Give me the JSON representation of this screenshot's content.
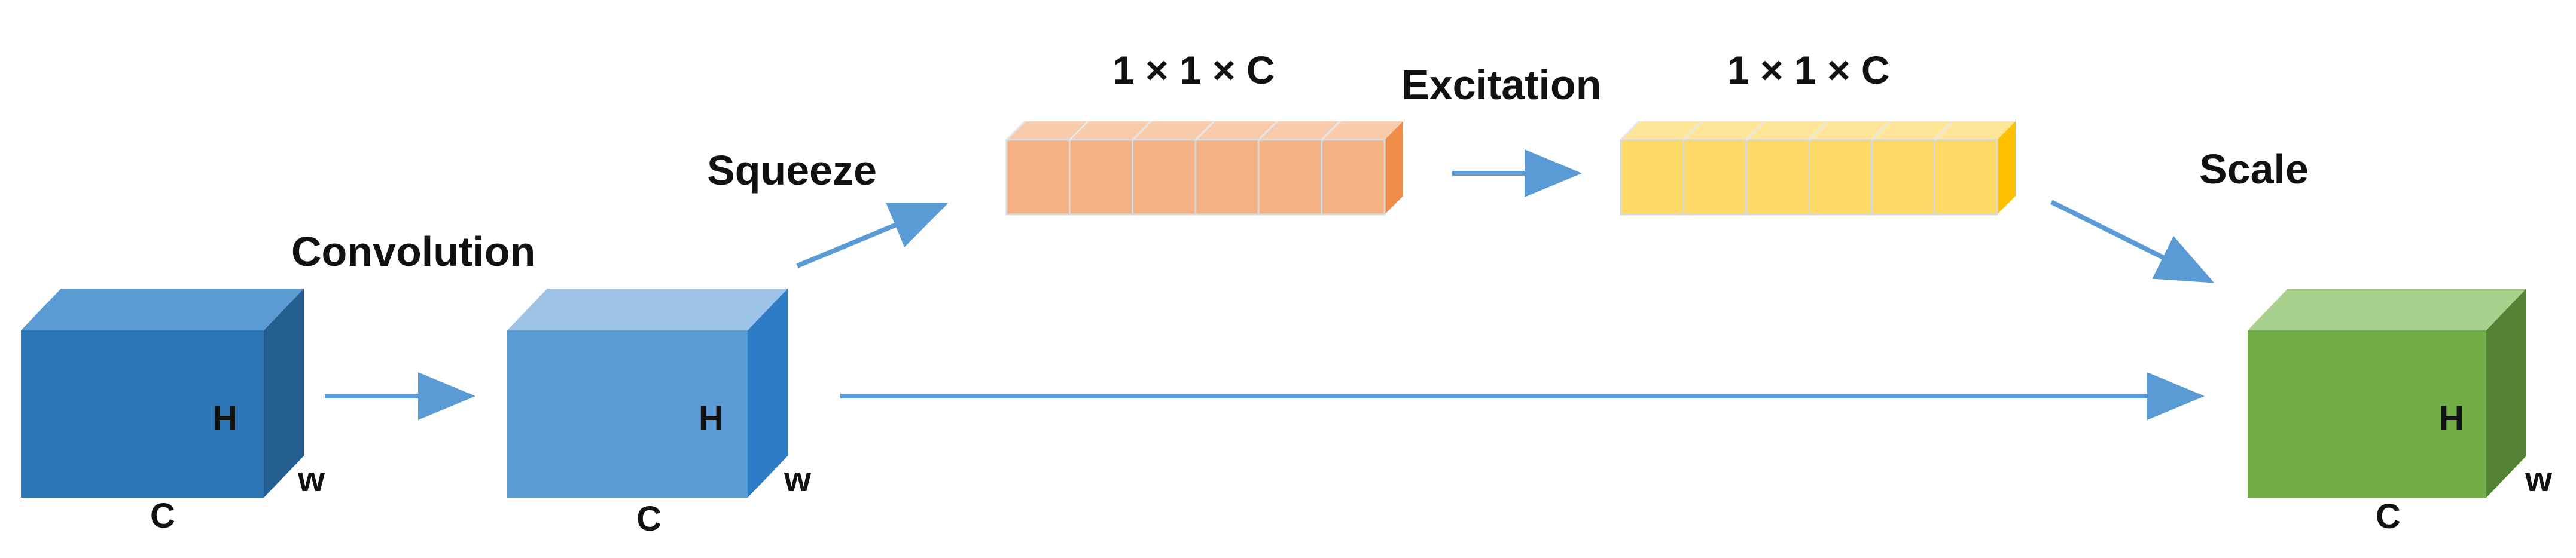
{
  "labels": {
    "convolution": "Convolution",
    "squeeze": "Squeeze",
    "excitation": "Excitation",
    "scale": "Scale",
    "squeeze_vector_size": "1 × 1 × C",
    "excitation_vector_size": "1 × 1 × C"
  },
  "blocks": {
    "input": {
      "height": "H",
      "width": "w",
      "channels": "C"
    },
    "conv_output": {
      "height": "H",
      "width": "w",
      "channels": "C"
    },
    "scaled_output": {
      "height": "H",
      "width": "w",
      "channels": "C"
    }
  },
  "colors": {
    "input_front": "#2e75b6",
    "input_top": "#5b9bd5",
    "input_side": "#255e91",
    "conv_front": "#5b9bd5",
    "conv_top": "#9dc3e6",
    "conv_side": "#2e7bc6",
    "output_front": "#70ad47",
    "output_top": "#a9d18e",
    "output_side": "#548235",
    "squeeze_front": "#f4b183",
    "squeeze_top": "#f8cbad",
    "squeeze_side": "#ed8d48",
    "excite_front": "#ffd966",
    "excite_top": "#ffe699",
    "excite_side": "#ffc000",
    "arrow": "#5b9bd5"
  },
  "vector_cell_count": 6
}
